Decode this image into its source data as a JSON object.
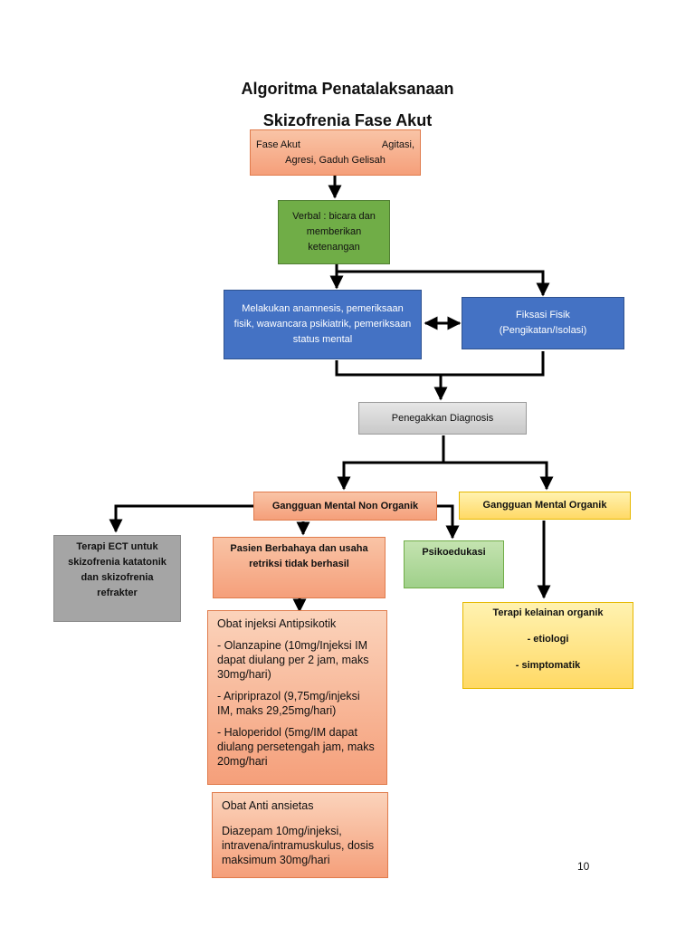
{
  "title": {
    "line1": "Algoritma Penatalaksanaan",
    "line2": "Skizofrenia Fase Akut"
  },
  "nodes": {
    "fase_akut": {
      "left": "Fase Akut",
      "right": "Agitasi,",
      "line2": "Agresi, Gaduh Gelisah"
    },
    "verbal": "Verbal : bicara dan memberikan ketenangan",
    "anamnesis": "Melakukan anamnesis, pemeriksaan fisik, wawancara psikiatrik, pemeriksaan status mental",
    "fiksasi": {
      "line1": "Fiksasi Fisik",
      "line2": "(Pengikatan/Isolasi)"
    },
    "diagnosis": "Penegakkan Diagnosis",
    "non_organik": "Gangguan Mental Non Organik",
    "organik": "Gangguan Mental Organik",
    "ect": "Terapi ECT untuk skizofrenia katatonik dan skizofrenia refrakter",
    "berbahaya": "Pasien Berbahaya dan usaha retriksi tidak berhasil",
    "psikoedukasi": "Psikoedukasi",
    "terapi_organik": {
      "line1": "Terapi kelainan organik",
      "line2": "- etiologi",
      "line3": "- simptomatik"
    },
    "antipsikotik": {
      "heading": "Obat injeksi Antipsikotik",
      "item1": "- Olanzapine (10mg/Injeksi IM dapat diulang per 2 jam, maks 30mg/hari)",
      "item2": "- Aripriprazol (9,75mg/injeksi IM, maks 29,25mg/hari)",
      "item3": "- Haloperidol (5mg/IM dapat diulang persetengah jam, maks 20mg/hari"
    },
    "ansietas": {
      "heading": "Obat Anti ansietas",
      "body": "Diazepam 10mg/injeksi, intravena/intramuskulus, dosis maksimum 30mg/hari"
    }
  },
  "page_number": "10",
  "colors": {
    "orange": "#f59f7a",
    "green": "#70ad47",
    "blue": "#4472c4",
    "gray": "#c9c9c9",
    "dark_gray": "#a5a5a5",
    "yellow": "#ffd965",
    "light_green": "#9fd08a"
  }
}
